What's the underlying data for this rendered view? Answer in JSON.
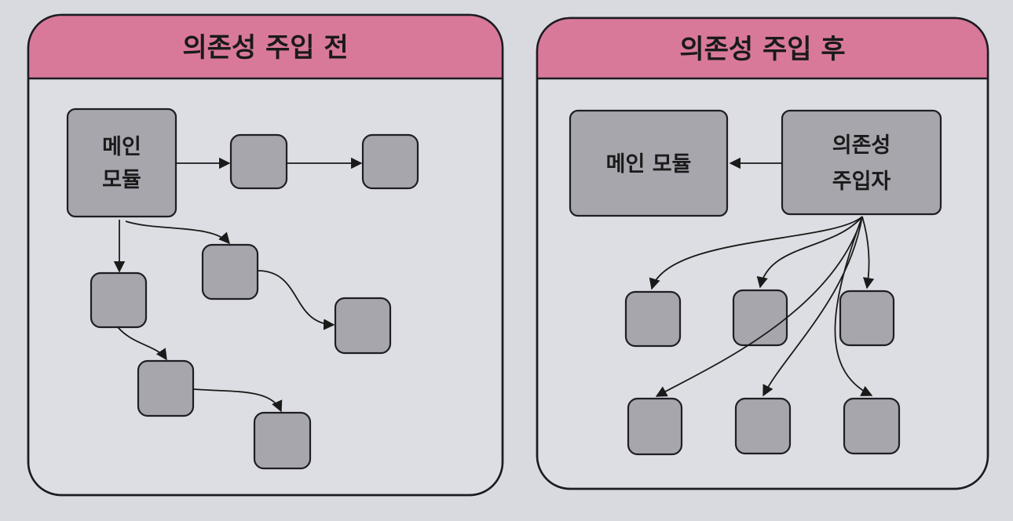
{
  "before": {
    "title": "의존성 주입 전",
    "main_module": [
      "메인",
      "모듈"
    ]
  },
  "after": {
    "title": "의존성 주입 후",
    "main_module": "메인 모듈",
    "injector": [
      "의존성",
      "주입자"
    ]
  },
  "colors": {
    "header": "#d9799a",
    "box": "#a7a6ad",
    "background": "#d8dadf"
  }
}
